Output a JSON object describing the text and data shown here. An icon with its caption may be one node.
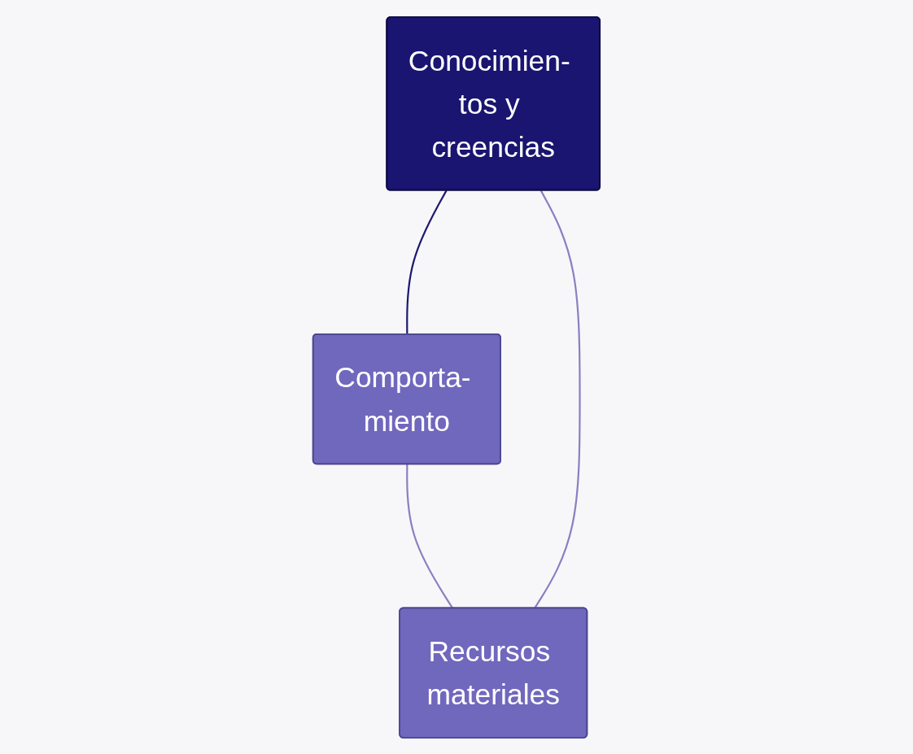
{
  "diagram": {
    "nodes": [
      {
        "text": [
          "Conocimien- tos y creencias"
        ]
      },
      {
        "text": [
          "Recursos materiales"
        ]
      },
      {
        "text": [
          "Comporta- miento"
        ]
      }
    ],
    "edges": [
      {
        "from": 0,
        "to": 2,
        "arrow": "none",
        "color": "#1e1a6e"
      },
      {
        "from": 2,
        "to": 1,
        "arrow": "none"
      },
      {
        "from": 1,
        "to": 0,
        "arrow": "none"
      }
    ]
  }
}
